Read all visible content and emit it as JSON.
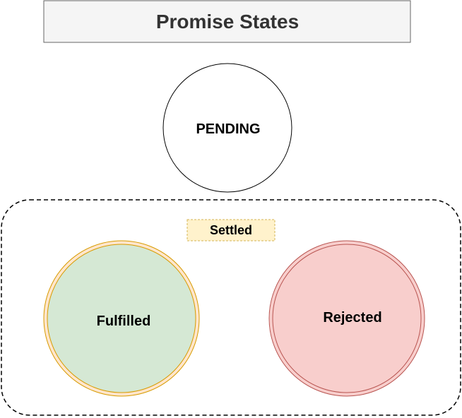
{
  "title": "Promise States",
  "pending": {
    "label": "PENDING"
  },
  "settled_group": {
    "label": "Settled",
    "fulfilled": {
      "label": "Fulfilled"
    },
    "rejected": {
      "label": "Rejected"
    }
  },
  "colors": {
    "title_fill": "#f5f5f5",
    "title_stroke": "#666666",
    "title_text": "#333333",
    "pending_fill": "#ffffff",
    "pending_stroke": "#000000",
    "settled_label_fill": "#fff2cc",
    "settled_label_stroke": "#d6b656",
    "fulfilled_fill": "#d5e8d4",
    "fulfilled_stroke": "#d79b00",
    "fulfilled_ring": "#ffe6cc",
    "rejected_fill": "#f8cecc",
    "rejected_stroke": "#b85450"
  }
}
